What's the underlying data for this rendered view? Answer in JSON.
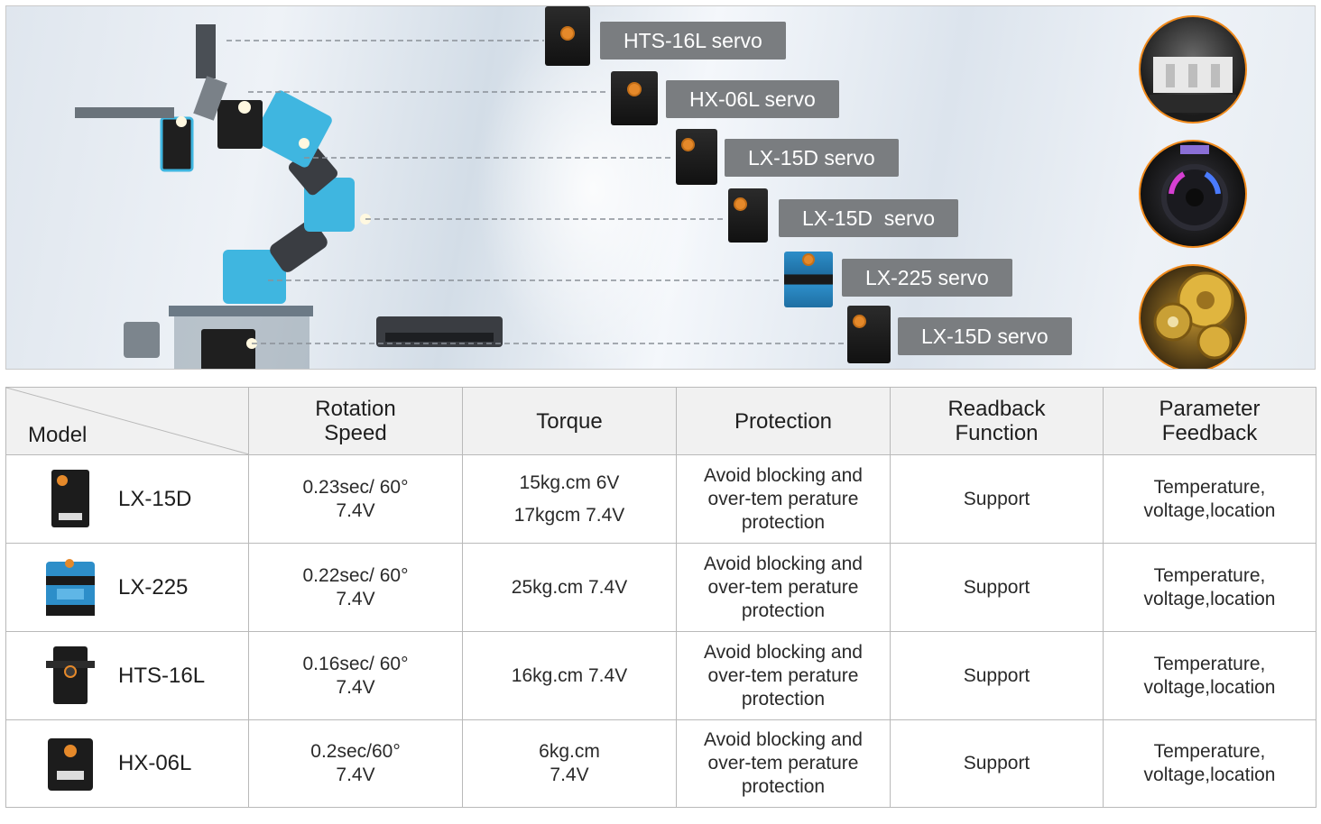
{
  "hero": {
    "callouts": [
      "HTS-16L servo",
      "HX-06L servo",
      "LX-15D servo",
      "LX-15D  servo",
      "LX-225 servo",
      "LX-15D servo"
    ]
  },
  "table": {
    "headers": {
      "model": "Model",
      "speed": [
        "Rotation",
        "Speed"
      ],
      "torque": "Torque",
      "protection": "Protection",
      "readback": [
        "Readback",
        "Function"
      ],
      "feedback": [
        "Parameter",
        "Feedback"
      ]
    },
    "rows": [
      {
        "model": "LX-15D",
        "speed": [
          "0.23sec/ 60°",
          "7.4V"
        ],
        "torque": [
          "15kg.cm 6V",
          "17kgcm 7.4V"
        ],
        "protection": [
          "Avoid blocking and",
          "over-tem perature",
          "protection"
        ],
        "readback": "Support",
        "feedback": [
          "Temperature,",
          "voltage,location"
        ]
      },
      {
        "model": "LX-225",
        "speed": [
          "0.22sec/ 60°",
          "7.4V"
        ],
        "torque": [
          "25kg.cm 7.4V",
          ""
        ],
        "protection": [
          "Avoid blocking and",
          "over-tem perature",
          "protection"
        ],
        "readback": "Support",
        "feedback": [
          "Temperature,",
          "voltage,location"
        ]
      },
      {
        "model": "HTS-16L",
        "speed": [
          "0.16sec/ 60°",
          "7.4V"
        ],
        "torque": [
          "16kg.cm 7.4V",
          ""
        ],
        "protection": [
          "Avoid blocking and",
          "over-tem perature",
          "protection"
        ],
        "readback": "Support",
        "feedback": [
          "Temperature,",
          "voltage,location"
        ]
      },
      {
        "model": "HX-06L",
        "speed": [
          "0.2sec/60°",
          "7.4V"
        ],
        "torque": [
          "6kg.cm",
          "7.4V"
        ],
        "protection": [
          "Avoid blocking and",
          "over-tem perature",
          "protection"
        ],
        "readback": "Support",
        "feedback": [
          "Temperature,",
          "voltage,location"
        ]
      }
    ]
  },
  "icons": {
    "row_images": [
      "lx-15d-servo-icon",
      "lx-225-servo-icon",
      "hts-16l-servo-icon",
      "hx-06l-servo-icon"
    ],
    "detail_circles": [
      "connector-port-icon",
      "led-indicator-icon",
      "metal-gears-icon"
    ]
  },
  "colors": {
    "label_bg": "#7a7d80",
    "circle_border": "#f08a1c",
    "header_bg": "#f1f1f1",
    "arm_accent": "#3fb6e0"
  }
}
